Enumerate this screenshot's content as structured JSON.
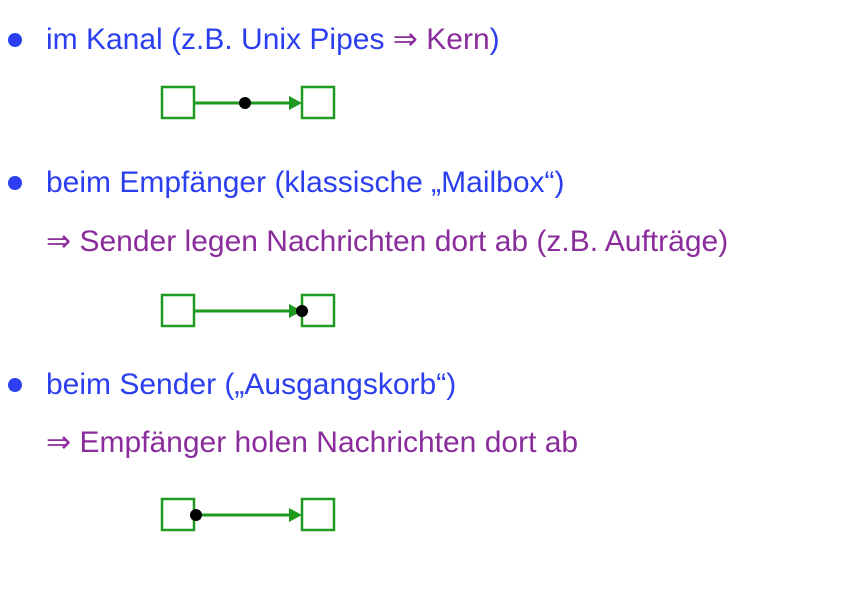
{
  "items": [
    {
      "text": "im Kanal (z.B. Unix Pipes ",
      "arrow": "⇒",
      "highlight": "Kern",
      "close": ")",
      "buffer_position": "channel"
    },
    {
      "text": "beim Empfänger (klassische „Mailbox“)",
      "sub": "⇒ Sender legen Nachrichten dort ab (z.B. Aufträge)",
      "buffer_position": "receiver"
    },
    {
      "text": "beim Sender („Ausgangskorb“)",
      "sub": "⇒ Empfänger holen Nachrichten dort ab",
      "buffer_position": "sender"
    }
  ],
  "colors": {
    "text": "#2b3ff0",
    "accent": "#8b2c9c",
    "diagram": "#1e9a1e",
    "dot": "#000000"
  }
}
